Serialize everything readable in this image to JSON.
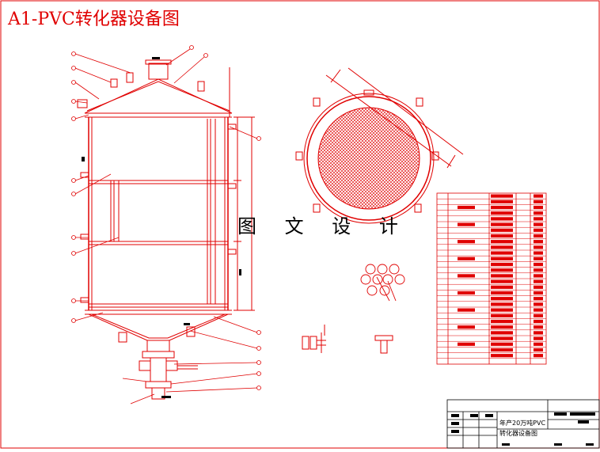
{
  "drawing": {
    "title": "A1-PVC转化器设备图",
    "watermark": "图 文 设 计",
    "title_block": {
      "name_line1": "年产20万吨PVC",
      "name_line2": "转化器设备图"
    },
    "line_color": "#e00000",
    "ink_color": "#000000"
  }
}
